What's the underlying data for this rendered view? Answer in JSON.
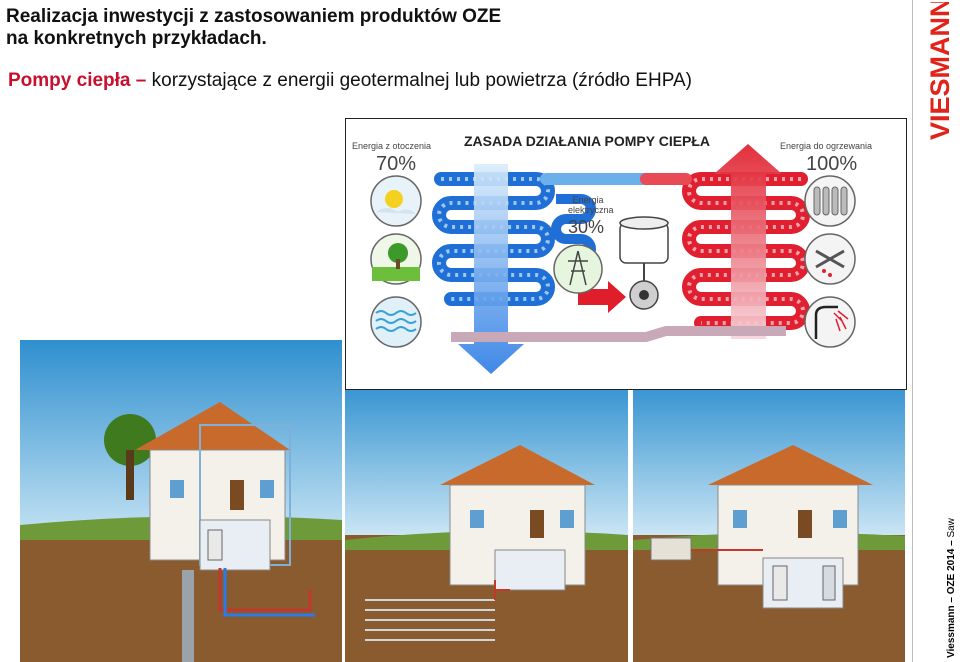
{
  "header": {
    "title_line1": "Realizacja inwestycji  z zastosowaniem  produktów OZE",
    "title_line2": "na konkretnych przykładach."
  },
  "subtitle": {
    "highlight": "Pompy ciepła –",
    "rest": " korzystające z energii  geotermalnej  lub powietrza (źródło EHPA)"
  },
  "logo": {
    "text": "VIESMANN"
  },
  "footer": {
    "text": "Viessmann – OZE  2014 –",
    "author": " Saw"
  },
  "diagram": {
    "title": "ZASADA DZIAŁANIA POMPY CIEPŁA",
    "left_label": "Energia z otoczenia",
    "left_percent": "70%",
    "right_label": "Energia do ogrzewania",
    "right_percent": "100%",
    "mid_label_line1": "Energia",
    "mid_label_line2": "elektryczna",
    "mid_percent": "30%"
  },
  "colors": {
    "accent_red": "#c8102e",
    "cold_blue": "#1f6fd6",
    "hot_red": "#e02030",
    "sky": "#6fb3dc",
    "ground": "#8a5b2e"
  },
  "icons": [
    "sun-icon",
    "tree-icon",
    "water-icon",
    "radiator-icon",
    "tap-icon",
    "shower-icon",
    "power-tower-icon",
    "compressor-icon"
  ]
}
